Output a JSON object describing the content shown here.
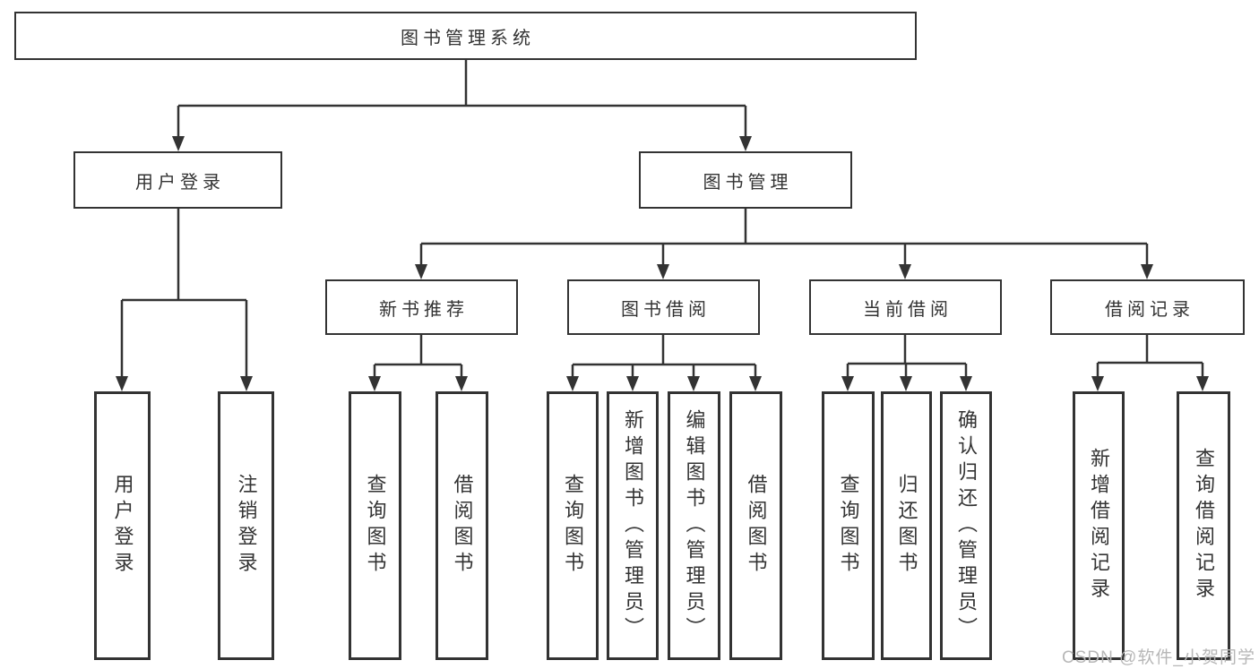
{
  "tree": {
    "label": "图书管理系统",
    "children": [
      {
        "label": "用户登录",
        "children": [
          {
            "label": "用户登录"
          },
          {
            "label": "注销登录"
          }
        ]
      },
      {
        "label": "图书管理",
        "children": [
          {
            "label": "新书推荐",
            "children": [
              {
                "label": "查询图书"
              },
              {
                "label": "借阅图书"
              }
            ]
          },
          {
            "label": "图书借阅",
            "children": [
              {
                "label": "查询图书"
              },
              {
                "label": "新增图书（管理员）"
              },
              {
                "label": "编辑图书（管理员）"
              },
              {
                "label": "借阅图书"
              }
            ]
          },
          {
            "label": "当前借阅",
            "children": [
              {
                "label": "查询图书"
              },
              {
                "label": "归还图书"
              },
              {
                "label": "确认归还（管理员）"
              }
            ]
          },
          {
            "label": "借阅记录",
            "children": [
              {
                "label": "新增借阅记录"
              },
              {
                "label": "查询借阅记录"
              }
            ]
          }
        ]
      }
    ]
  },
  "watermark": "CSDN @软件_小贺同学",
  "colors": {
    "line": "#333333",
    "text": "#333333",
    "box_background": "#ffffff",
    "watermark": "#b7b7b7",
    "background": "#ffffff"
  }
}
